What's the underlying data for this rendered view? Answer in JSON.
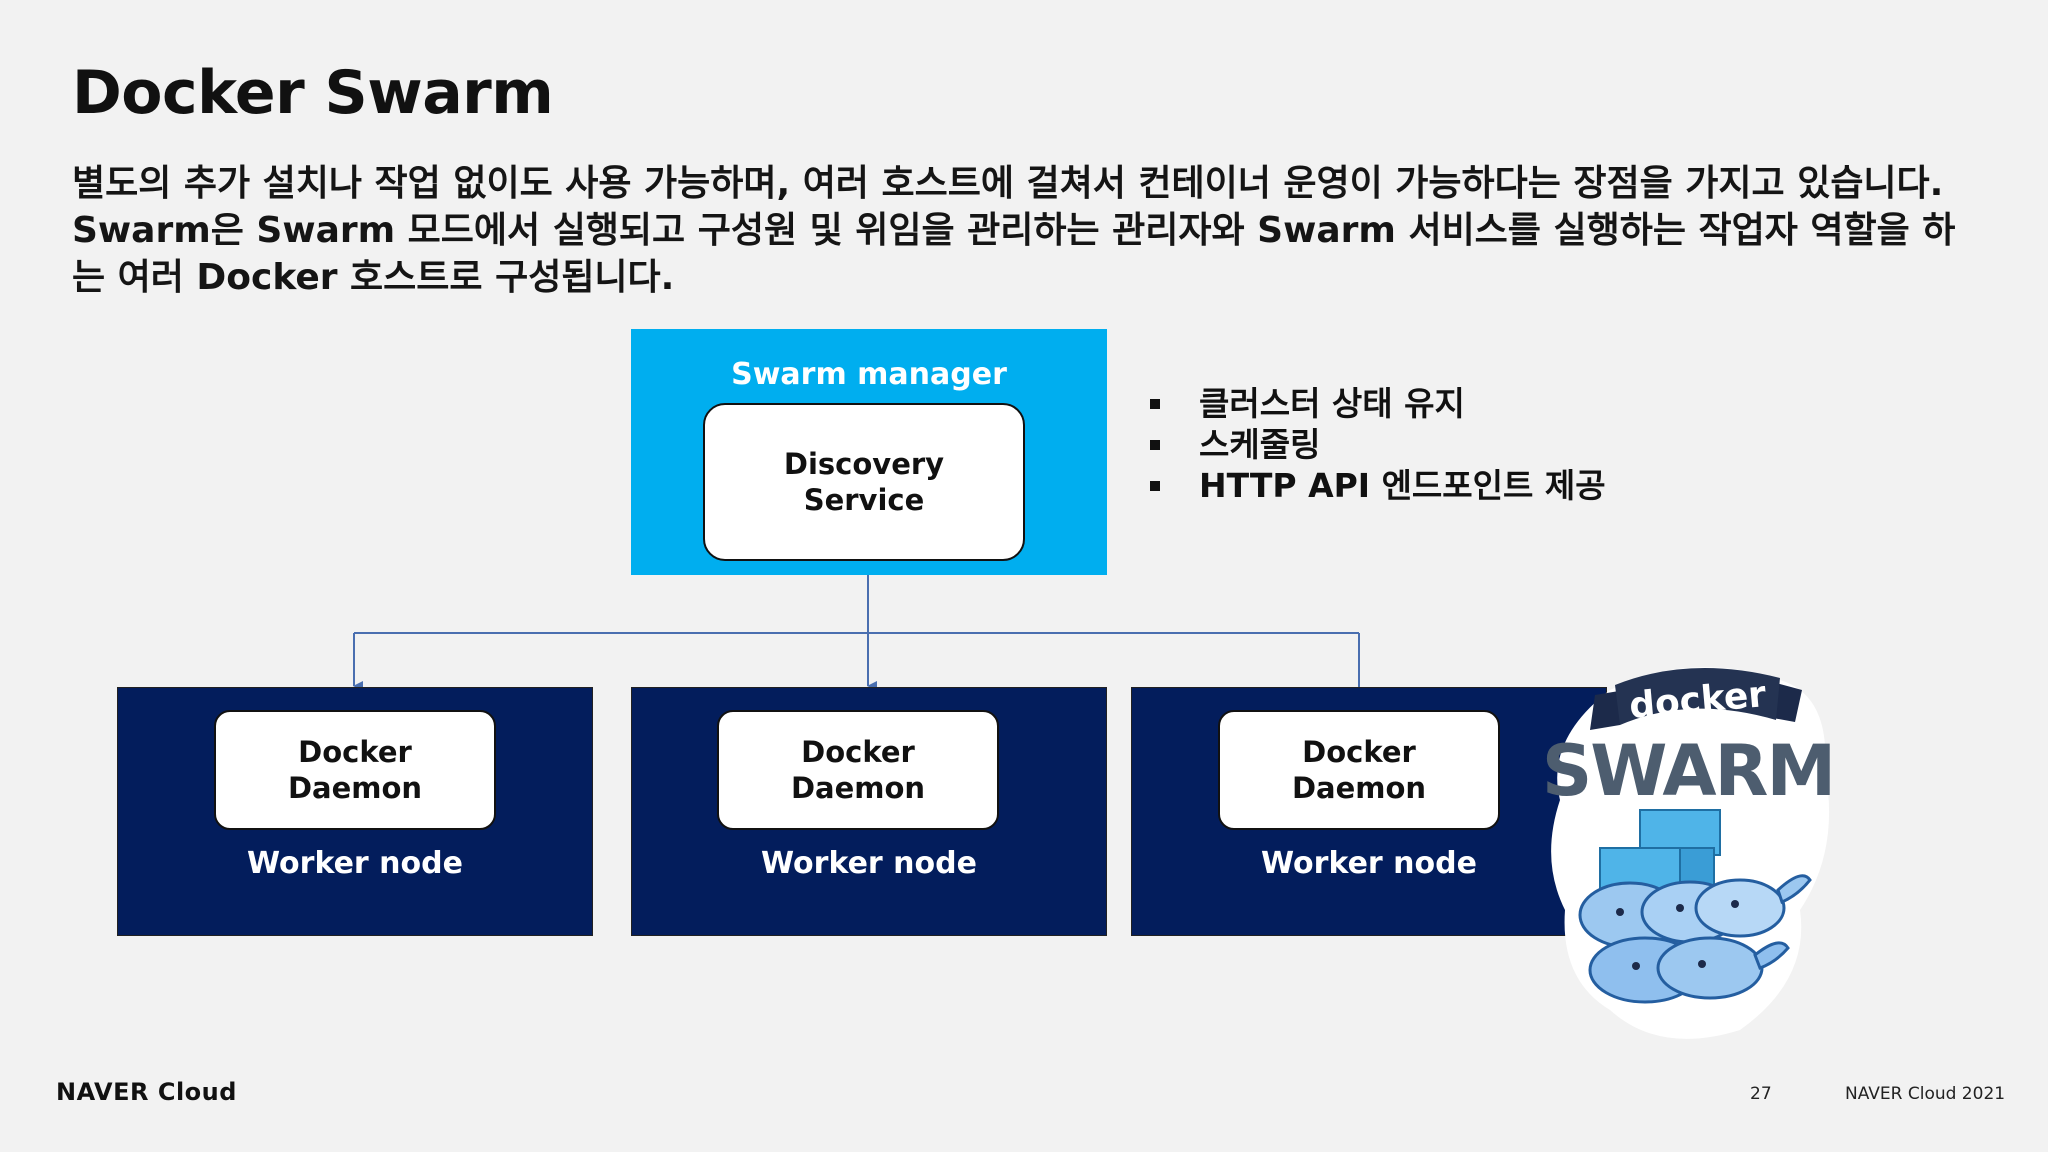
{
  "slide": {
    "title": "Docker Swarm",
    "description": [
      "별도의 추가 설치나 작업 없이도 사용 가능하며, 여러 호스트에 걸쳐서 컨테이너 운영이 가능하다는 장점을 가지고 있습니다.",
      "Swarm은 Swarm 모드에서 실행되고 구성원 및 위임을 관리하는 관리자와 Swarm 서비스를 실행하는 작업자 역할을 하",
      "는 여러 Docker 호스트로 구성됩니다."
    ]
  },
  "diagram": {
    "manager": {
      "label": "Swarm manager",
      "inner": "Discovery\nService",
      "color": "#00aeef"
    },
    "manager_features": [
      "클러스터 상태 유지",
      "스케줄링",
      "HTTP API 엔드포인트 제공"
    ],
    "workers": [
      {
        "inner": "Docker\nDaemon",
        "label": "Worker node"
      },
      {
        "inner": "Docker\nDaemon",
        "label": "Worker node"
      },
      {
        "inner": "Docker\nDaemon",
        "label": "Worker node"
      }
    ],
    "worker_color": "#031d5c",
    "connector_color": "#4a6fb0"
  },
  "logo": {
    "banner_text": "docker",
    "title_text": "SWARM",
    "icon": "docker-swarm-whales-logo"
  },
  "footer": {
    "brand": "NAVER Cloud",
    "page_number": "27",
    "copyright": "NAVER Cloud 2021"
  }
}
